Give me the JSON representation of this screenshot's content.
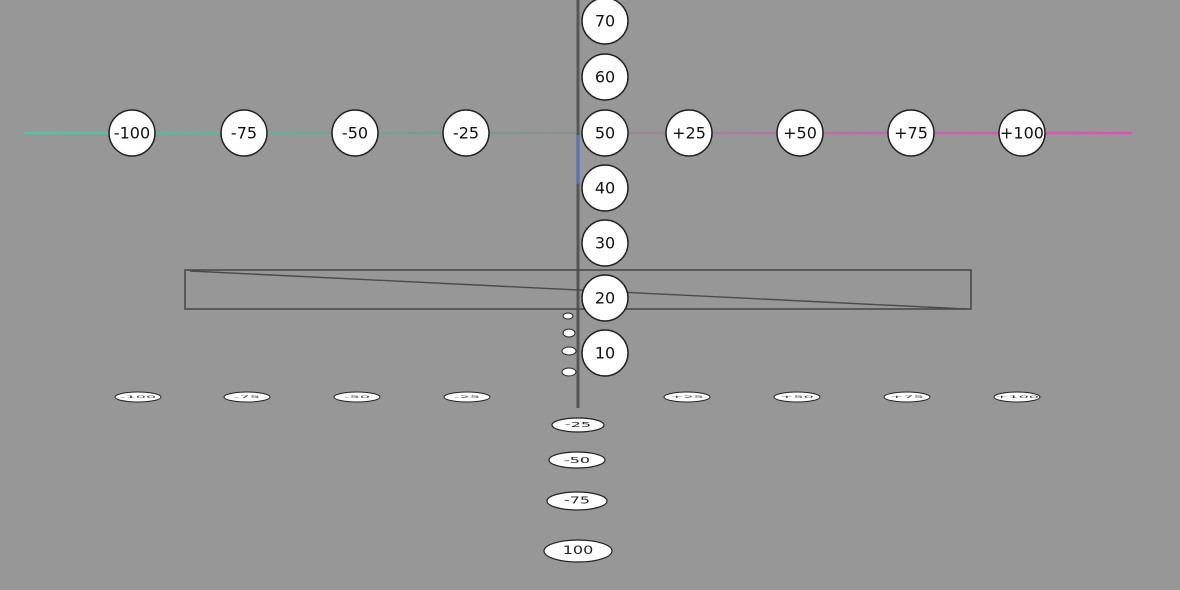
{
  "colors": {
    "background": "#979797",
    "axis": "#555555",
    "marker_fill": "#ffffff",
    "marker_stroke": "#222222",
    "negative_end": "#4fc4a2",
    "neutral_mid": "#8e8e8e",
    "positive_end": "#e04fb4",
    "blue_accent": "#4a78c8",
    "overlay": "#4a4a4a"
  },
  "horizontal_axis": {
    "labels": [
      "-100",
      "-75",
      "-50",
      "-25",
      "+25",
      "+50",
      "+75",
      "+100"
    ]
  },
  "vertical_axis": {
    "labels": [
      "70",
      "60",
      "50",
      "40",
      "30",
      "20",
      "10"
    ]
  },
  "floor_axis": {
    "x_labels": [
      "-100",
      "-75",
      "-50",
      "-25",
      "+25",
      "+50",
      "+75",
      "+100"
    ],
    "z_labels": [
      "-25",
      "-50",
      "-75",
      "100"
    ]
  }
}
